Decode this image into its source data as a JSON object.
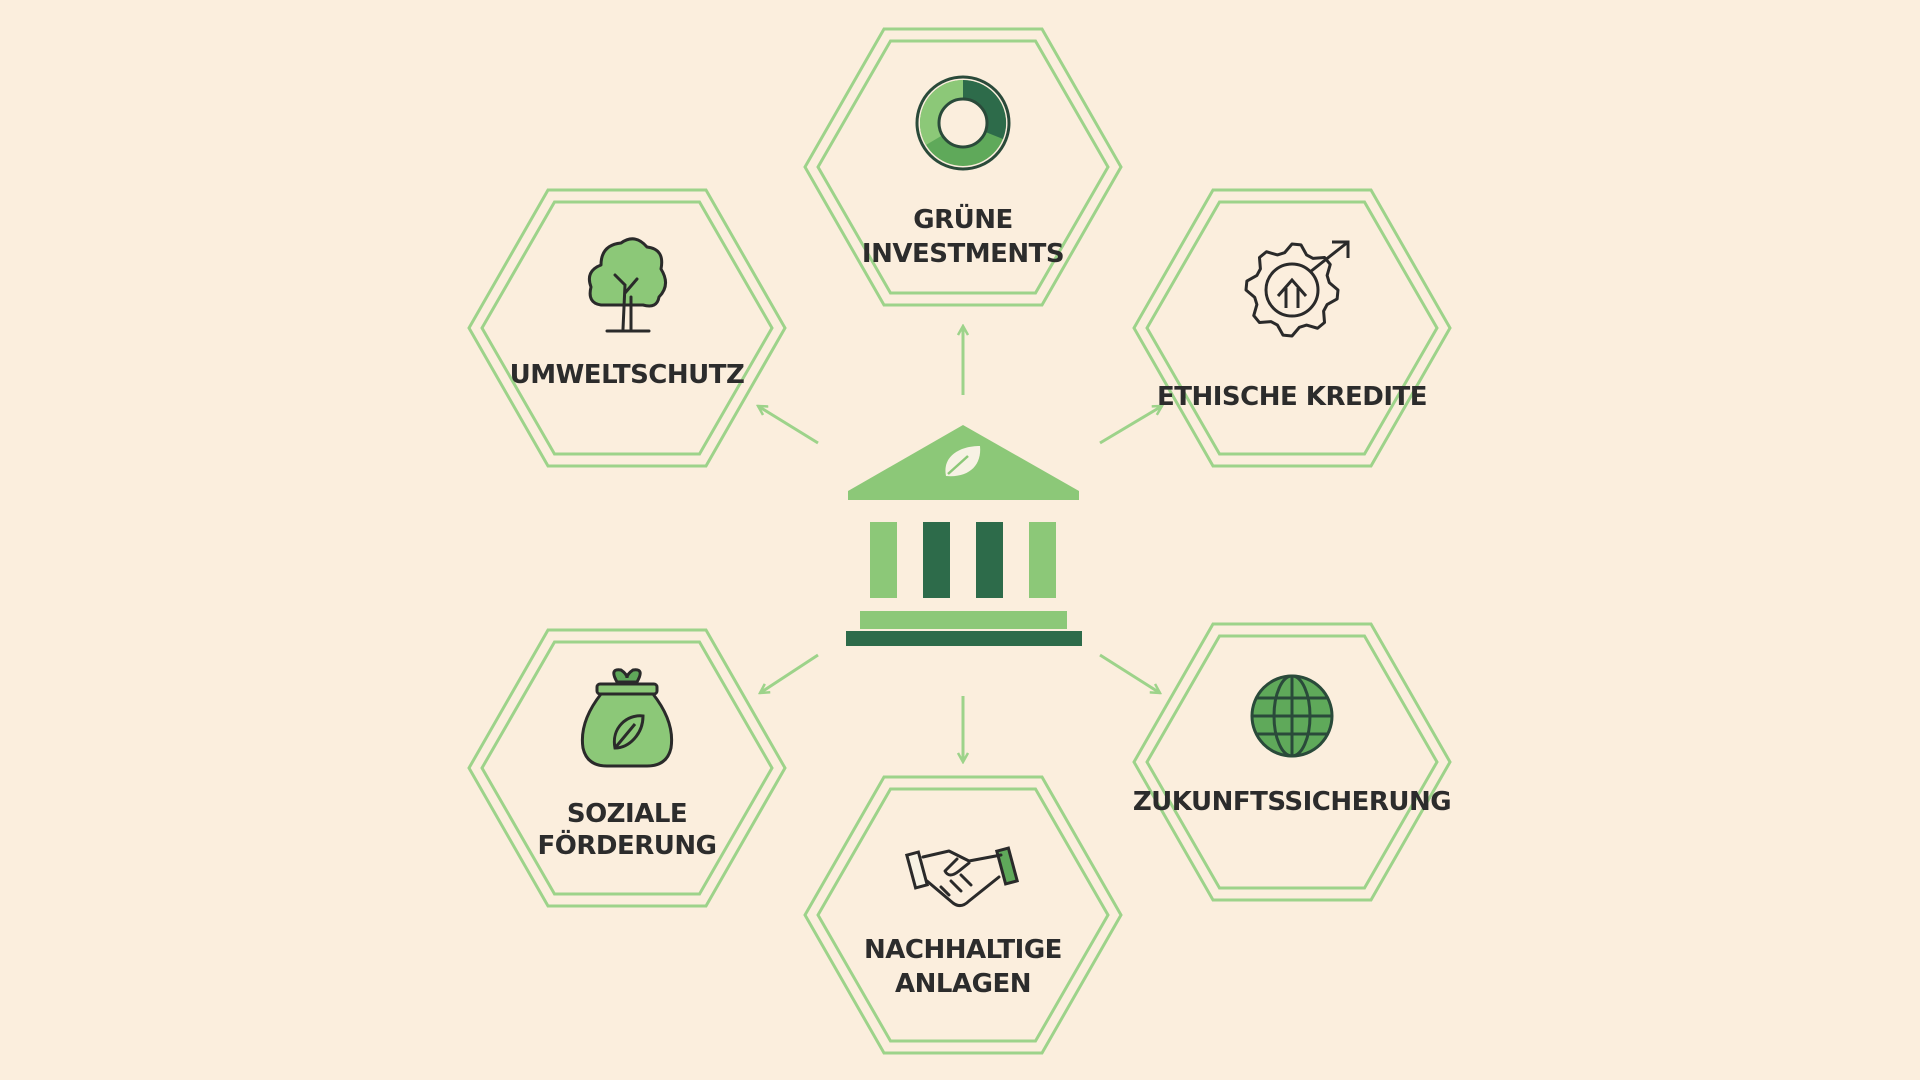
{
  "colors": {
    "background": "#fbeedd",
    "hex_stroke": "#9dd38a",
    "arrow": "#9dd38a",
    "green_light": "#8cc878",
    "green_mid": "#5fa95a",
    "green_dark": "#2d6b4a",
    "text": "#2c2c2c"
  },
  "center": {
    "icon": "bank-leaf-icon"
  },
  "nodes": [
    {
      "id": "gruene-investments",
      "icon": "donut-chart-icon",
      "lines": [
        "GRÜNE",
        "INVESTMENTS"
      ]
    },
    {
      "id": "ethische-kredite",
      "icon": "gear-growth-arrow-icon",
      "lines": [
        "ETHISCHE KREDITE"
      ]
    },
    {
      "id": "zukunftssicherung",
      "icon": "globe-icon",
      "lines": [
        "ZUKUNFTSSICHERUNG"
      ]
    },
    {
      "id": "nachhaltige-anlagen",
      "icon": "handshake-icon",
      "lines": [
        "NACHHALTIGE",
        "ANLAGEN"
      ]
    },
    {
      "id": "soziale-foerderung",
      "icon": "money-bag-leaf-icon",
      "lines": [
        "SOZIALE",
        "FÖRDERUNG"
      ]
    },
    {
      "id": "umweltschutz",
      "icon": "tree-icon",
      "lines": [
        "UMWELTSCHUTZ"
      ]
    }
  ]
}
